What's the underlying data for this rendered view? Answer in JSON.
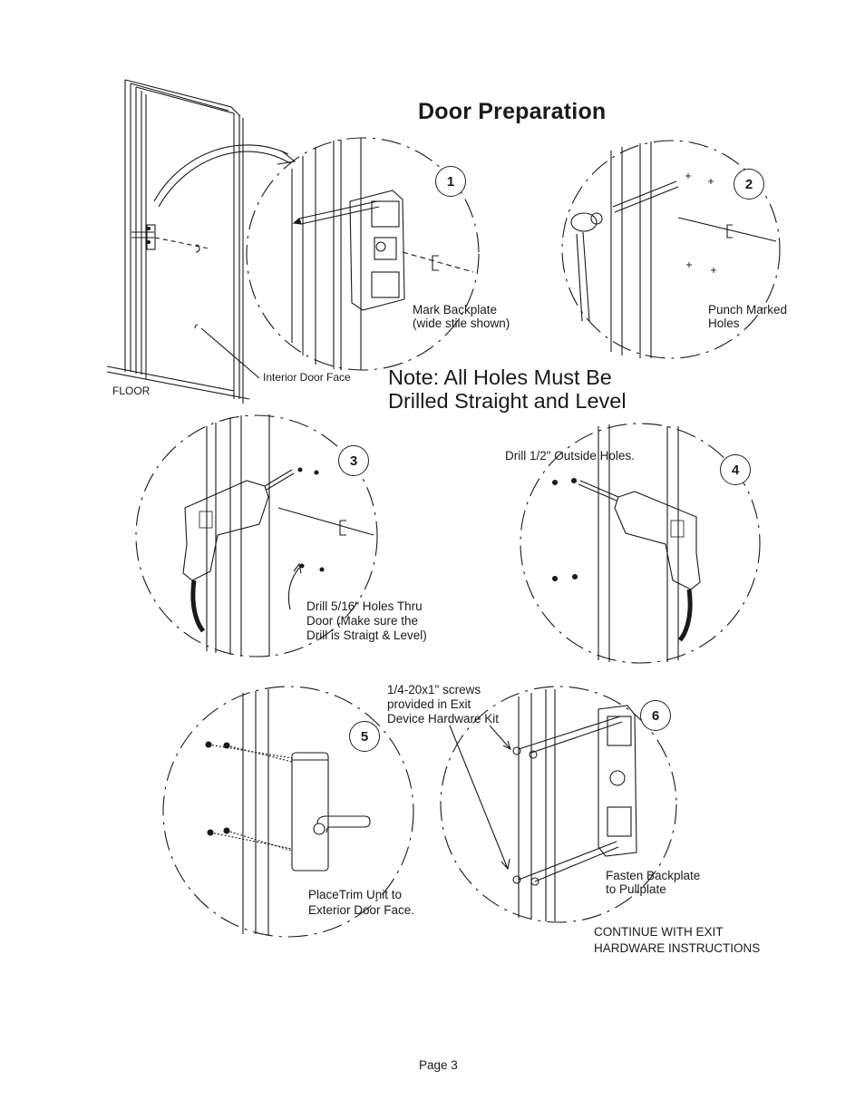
{
  "title": "Door Preparation",
  "note": {
    "line1": "Note: All Holes Must Be",
    "line2": "Drilled Straight and Level"
  },
  "overview": {
    "interior_door_face": "Interior Door Face",
    "floor": "FLOOR"
  },
  "steps": [
    {
      "number": "1",
      "caption_lines": [
        "Mark Backplate",
        "(wide stile shown)"
      ]
    },
    {
      "number": "2",
      "caption_lines": [
        "Punch Marked",
        "Holes"
      ]
    },
    {
      "number": "3",
      "caption_lines": [
        "Drill 5/16\" Holes Thru",
        "Door (Make sure the",
        "Drill is Straigt & Level)"
      ]
    },
    {
      "number": "4",
      "caption_lines": [
        "Drill 1/2\" Outside Holes."
      ]
    },
    {
      "number": "5",
      "caption_lines": [
        "PlaceTrim Unit to",
        "Exterior Door Face."
      ]
    },
    {
      "number": "6",
      "caption_lines": [
        "Fasten Backplate",
        "to Pullplate"
      ],
      "screws_callout_lines": [
        "1/4-20x1\" screws",
        "provided in Exit",
        "Device Hardware Kit"
      ]
    }
  ],
  "continue_lines": [
    "CONTINUE WITH EXIT",
    "HARDWARE INSTRUCTIONS"
  ],
  "footer": {
    "page_label": "Page 3"
  }
}
